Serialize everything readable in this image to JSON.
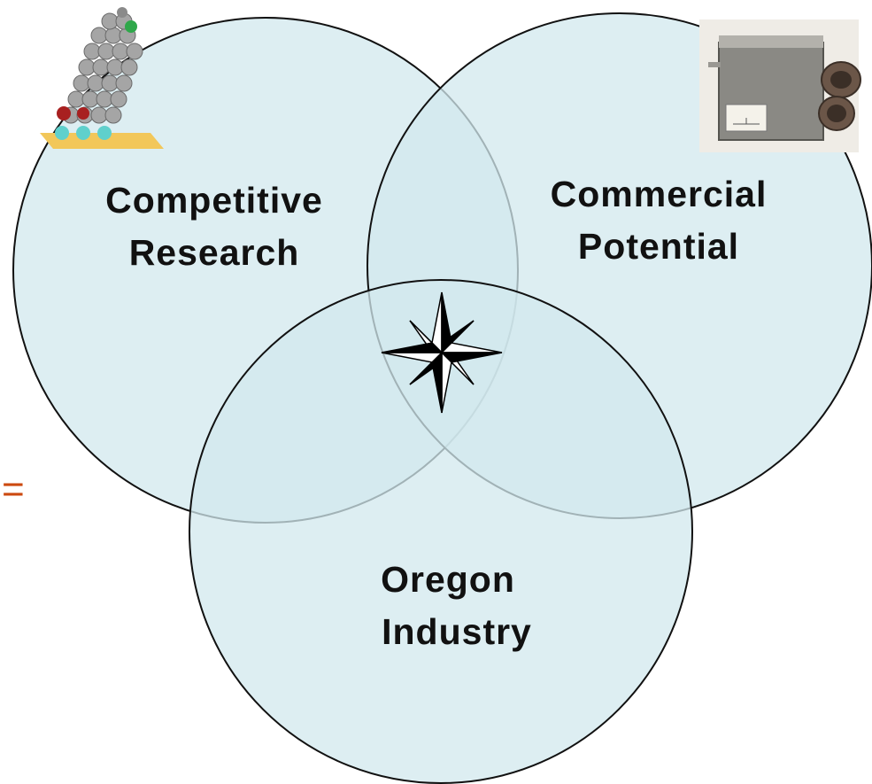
{
  "diagram": {
    "type": "venn",
    "circles": [
      {
        "id": "research",
        "line1": "Competitive",
        "line2": "Research"
      },
      {
        "id": "commercial",
        "line1": "Commercial",
        "line2": "Potential"
      },
      {
        "id": "industry",
        "line1": "Oregon",
        "line2": "Industry"
      }
    ],
    "center_icon": "compass-rose-icon",
    "edge_mark": "=",
    "images": [
      "molecule-model-image",
      "device-photo-image"
    ]
  },
  "colors": {
    "circle_fill": "#d2e8ee",
    "circle_stroke": "#111111",
    "edge_mark": "#cc4a10"
  }
}
